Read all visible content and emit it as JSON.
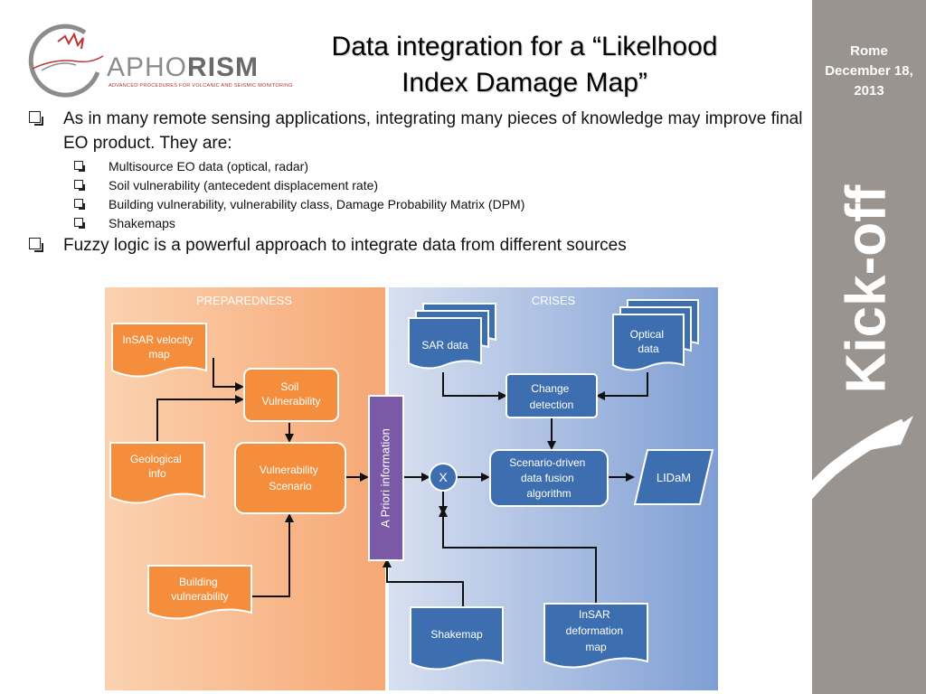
{
  "logo": {
    "text_a": "APHO",
    "text_b": "RISM",
    "subtitle": "ADVANCED PROCEDURES FOR VOLCANIC AND SEISMIC MONITORING"
  },
  "title": {
    "line1": "Data integration for a “Likelhood",
    "line2": "Index Damage Map”"
  },
  "bullets": [
    {
      "text": "As in many remote sensing applications, integrating many pieces of knowledge may improve final EO product. They are:",
      "sub": [
        "Multisource EO data (optical, radar)",
        "Soil vulnerability (antecedent displacement rate)",
        "Building vulnerability, vulnerability class, Damage Probability Matrix (DPM)",
        "Shakemaps"
      ]
    },
    {
      "text": "Fuzzy logic is a powerful approach to integrate data from different sources",
      "sub": []
    }
  ],
  "sidebar": {
    "city": "Rome",
    "date": "December 18, 2013",
    "kickoff": "Kick-off",
    "bg_color": "#9a9490"
  },
  "diagram": {
    "preparedness": "PREPAREDNESS",
    "crises": "CRISES",
    "insar_velocity": [
      "InSAR velocity",
      "map"
    ],
    "soil_vuln": [
      "Soil",
      "Vulnerability"
    ],
    "geo_info": [
      "Geological",
      "info"
    ],
    "vuln_scenario": [
      "Vulnerability",
      "Scenario"
    ],
    "building_vuln": [
      "Building",
      "vulnerability"
    ],
    "a_priori": "A Priori information",
    "sar_data": "SAR data",
    "optical_data": [
      "Optical",
      "data"
    ],
    "change_detection": [
      "Change",
      "detection"
    ],
    "multiply": "X",
    "fusion": [
      "Scenario-driven",
      "data fusion",
      "algorithm"
    ],
    "lidam": "LIDaM",
    "shakemap": "Shakemap",
    "insar_deformation": [
      "InSAR",
      "deformation",
      "map"
    ],
    "colors": {
      "orange": "#f58e3c",
      "blue": "#3d6fb0",
      "purple": "#7a5aa6"
    }
  }
}
